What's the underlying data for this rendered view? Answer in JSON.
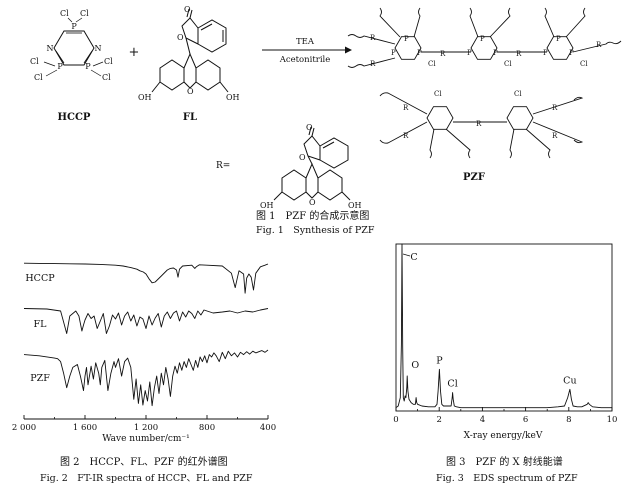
{
  "scheme": {
    "reactant1": "HCCP",
    "reactant2": "FL",
    "product": "PZF",
    "reagent_top": "TEA",
    "reagent_bottom": "Acetonitrile",
    "r_label": "R=",
    "plus": "+",
    "atoms": {
      "cl": "Cl",
      "p": "P",
      "n": "N",
      "r": "R",
      "oh": "OH",
      "o": "O"
    }
  },
  "fig1": {
    "caption_cn": "图 1　PZF 的合成示意图",
    "caption_en": "Fig. 1　Synthesis of PZF"
  },
  "fig2": {
    "caption_cn": "图 2　HCCP、FL、PZF 的红外谱图",
    "caption_en": "Fig. 2　FT-IR spectra of HCCP、FL and PZF"
  },
  "fig3": {
    "caption_cn": "图 3　PZF 的 X 射线能谱",
    "caption_en": "Fig. 3　EDS spectrum of PZF"
  },
  "chart_data": [
    {
      "type": "line",
      "xlabel": "Wave number/cm⁻¹",
      "ylabel": "",
      "xlim": [
        2000,
        400
      ],
      "xticks": [
        2000,
        1600,
        1200,
        800,
        400
      ],
      "grid": false,
      "series": [
        {
          "name": "HCCP",
          "x": [
            2000,
            1900,
            1800,
            1700,
            1600,
            1500,
            1450,
            1400,
            1350,
            1300,
            1260,
            1240,
            1218,
            1200,
            1180,
            1160,
            1140,
            1100,
            1060,
            1040,
            1020,
            1000,
            990,
            980,
            960,
            900,
            880,
            870,
            850,
            800,
            700,
            640,
            615,
            600,
            590,
            560,
            550,
            540,
            525,
            510,
            495,
            480,
            450,
            420,
            400
          ],
          "y": [
            0.97,
            0.965,
            0.96,
            0.955,
            0.95,
            0.94,
            0.93,
            0.92,
            0.9,
            0.86,
            0.82,
            0.78,
            0.75,
            0.7,
            0.58,
            0.48,
            0.5,
            0.65,
            0.8,
            0.84,
            0.85,
            0.8,
            0.62,
            0.82,
            0.9,
            0.92,
            0.84,
            0.88,
            0.93,
            0.92,
            0.9,
            0.72,
            0.36,
            0.62,
            0.78,
            0.7,
            0.22,
            0.6,
            0.7,
            0.62,
            0.3,
            0.72,
            0.88,
            0.92,
            0.95
          ]
        },
        {
          "name": "FL",
          "x": [
            2000,
            1850,
            1760,
            1740,
            1720,
            1700,
            1660,
            1640,
            1620,
            1610,
            1600,
            1580,
            1560,
            1540,
            1520,
            1500,
            1480,
            1460,
            1440,
            1420,
            1400,
            1380,
            1360,
            1340,
            1320,
            1300,
            1280,
            1260,
            1240,
            1220,
            1200,
            1180,
            1160,
            1140,
            1120,
            1100,
            1080,
            1060,
            1040,
            1020,
            1000,
            980,
            960,
            940,
            920,
            900,
            880,
            860,
            840,
            820,
            800,
            760,
            700,
            650,
            600,
            550,
            500,
            450,
            400
          ],
          "y": [
            0.95,
            0.94,
            0.9,
            0.68,
            0.45,
            0.8,
            0.9,
            0.8,
            0.5,
            0.62,
            0.72,
            0.85,
            0.75,
            0.8,
            0.55,
            0.7,
            0.85,
            0.45,
            0.6,
            0.82,
            0.74,
            0.86,
            0.62,
            0.8,
            0.88,
            0.7,
            0.82,
            0.6,
            0.78,
            0.74,
            0.55,
            0.8,
            0.62,
            0.76,
            0.85,
            0.58,
            0.8,
            0.88,
            0.75,
            0.86,
            0.9,
            0.7,
            0.88,
            0.78,
            0.9,
            0.85,
            0.75,
            0.9,
            0.82,
            0.92,
            0.9,
            0.86,
            0.88,
            0.9,
            0.86,
            0.9,
            0.88,
            0.92,
            0.95
          ]
        },
        {
          "name": "PZF",
          "x": [
            2000,
            1900,
            1800,
            1780,
            1760,
            1740,
            1720,
            1700,
            1680,
            1650,
            1630,
            1610,
            1600,
            1590,
            1580,
            1560,
            1545,
            1530,
            1510,
            1500,
            1490,
            1470,
            1450,
            1430,
            1410,
            1400,
            1380,
            1360,
            1340,
            1320,
            1300,
            1280,
            1265,
            1250,
            1235,
            1220,
            1205,
            1190,
            1175,
            1160,
            1145,
            1130,
            1115,
            1100,
            1085,
            1070,
            1055,
            1040,
            1025,
            1010,
            995,
            980,
            965,
            950,
            935,
            920,
            905,
            890,
            875,
            860,
            845,
            830,
            815,
            800,
            785,
            770,
            755,
            740,
            720,
            700,
            680,
            660,
            640,
            620,
            600,
            580,
            560,
            540,
            520,
            500,
            480,
            460,
            440,
            420,
            400
          ],
          "y": [
            0.92,
            0.9,
            0.86,
            0.85,
            0.8,
            0.6,
            0.35,
            0.55,
            0.7,
            0.75,
            0.55,
            0.3,
            0.55,
            0.7,
            0.4,
            0.72,
            0.5,
            0.78,
            0.6,
            0.4,
            0.7,
            0.82,
            0.3,
            0.6,
            0.8,
            0.7,
            0.85,
            0.55,
            0.8,
            0.86,
            0.7,
            0.15,
            0.5,
            0.08,
            0.4,
            0.05,
            0.3,
            0.12,
            0.45,
            0.04,
            0.35,
            0.55,
            0.25,
            0.6,
            0.4,
            0.7,
            0.5,
            0.2,
            0.55,
            0.72,
            0.6,
            0.78,
            0.65,
            0.8,
            0.7,
            0.85,
            0.75,
            0.65,
            0.82,
            0.7,
            0.88,
            0.8,
            0.9,
            0.78,
            0.92,
            0.88,
            0.95,
            0.9,
            0.8,
            0.96,
            0.85,
            0.98,
            0.9,
            0.95,
            0.88,
            0.96,
            0.92,
            0.97,
            0.93,
            0.98,
            0.95,
            0.97,
            0.99,
            0.96,
            1.0
          ]
        }
      ]
    },
    {
      "type": "line",
      "xlabel": "X-ray energy/keV",
      "ylabel": "",
      "xlim": [
        0,
        10
      ],
      "ylim": [
        0,
        100
      ],
      "xticks": [
        0,
        2,
        4,
        6,
        8,
        10
      ],
      "grid": false,
      "annotations": [
        {
          "label": "C",
          "x": 0.28
        },
        {
          "label": "O",
          "x": 0.52
        },
        {
          "label": "P",
          "x": 2.01
        },
        {
          "label": "Cl",
          "x": 2.62
        },
        {
          "label": "Cu",
          "x": 8.05
        }
      ],
      "series": [
        {
          "name": "",
          "x": [
            0.0,
            0.1,
            0.2,
            0.25,
            0.28,
            0.31,
            0.34,
            0.38,
            0.42,
            0.46,
            0.5,
            0.52,
            0.55,
            0.6,
            0.7,
            0.8,
            0.9,
            0.93,
            0.96,
            1.0,
            1.2,
            1.5,
            1.8,
            1.9,
            1.95,
            2.01,
            2.06,
            2.12,
            2.2,
            2.4,
            2.55,
            2.6,
            2.62,
            2.65,
            2.7,
            2.8,
            3.0,
            3.5,
            4.0,
            4.5,
            5.0,
            5.5,
            6.0,
            6.5,
            7.0,
            7.5,
            7.8,
            7.95,
            8.05,
            8.12,
            8.2,
            8.4,
            8.6,
            8.85,
            8.9,
            8.95,
            9.1,
            9.5,
            10.0
          ],
          "y": [
            2,
            3,
            8,
            40,
            100,
            38,
            8,
            6,
            9,
            8,
            14,
            21,
            12,
            7,
            5,
            4,
            4,
            8,
            5,
            4,
            3,
            2.5,
            2.5,
            4,
            12,
            25,
            12,
            4,
            3,
            3,
            3,
            8,
            11,
            7,
            3,
            2.5,
            2,
            2,
            2,
            2,
            2,
            2,
            2,
            2,
            2,
            2.5,
            3,
            8,
            13,
            7,
            3,
            2.5,
            2.5,
            4,
            5,
            4,
            2.5,
            2,
            2
          ]
        }
      ]
    }
  ]
}
